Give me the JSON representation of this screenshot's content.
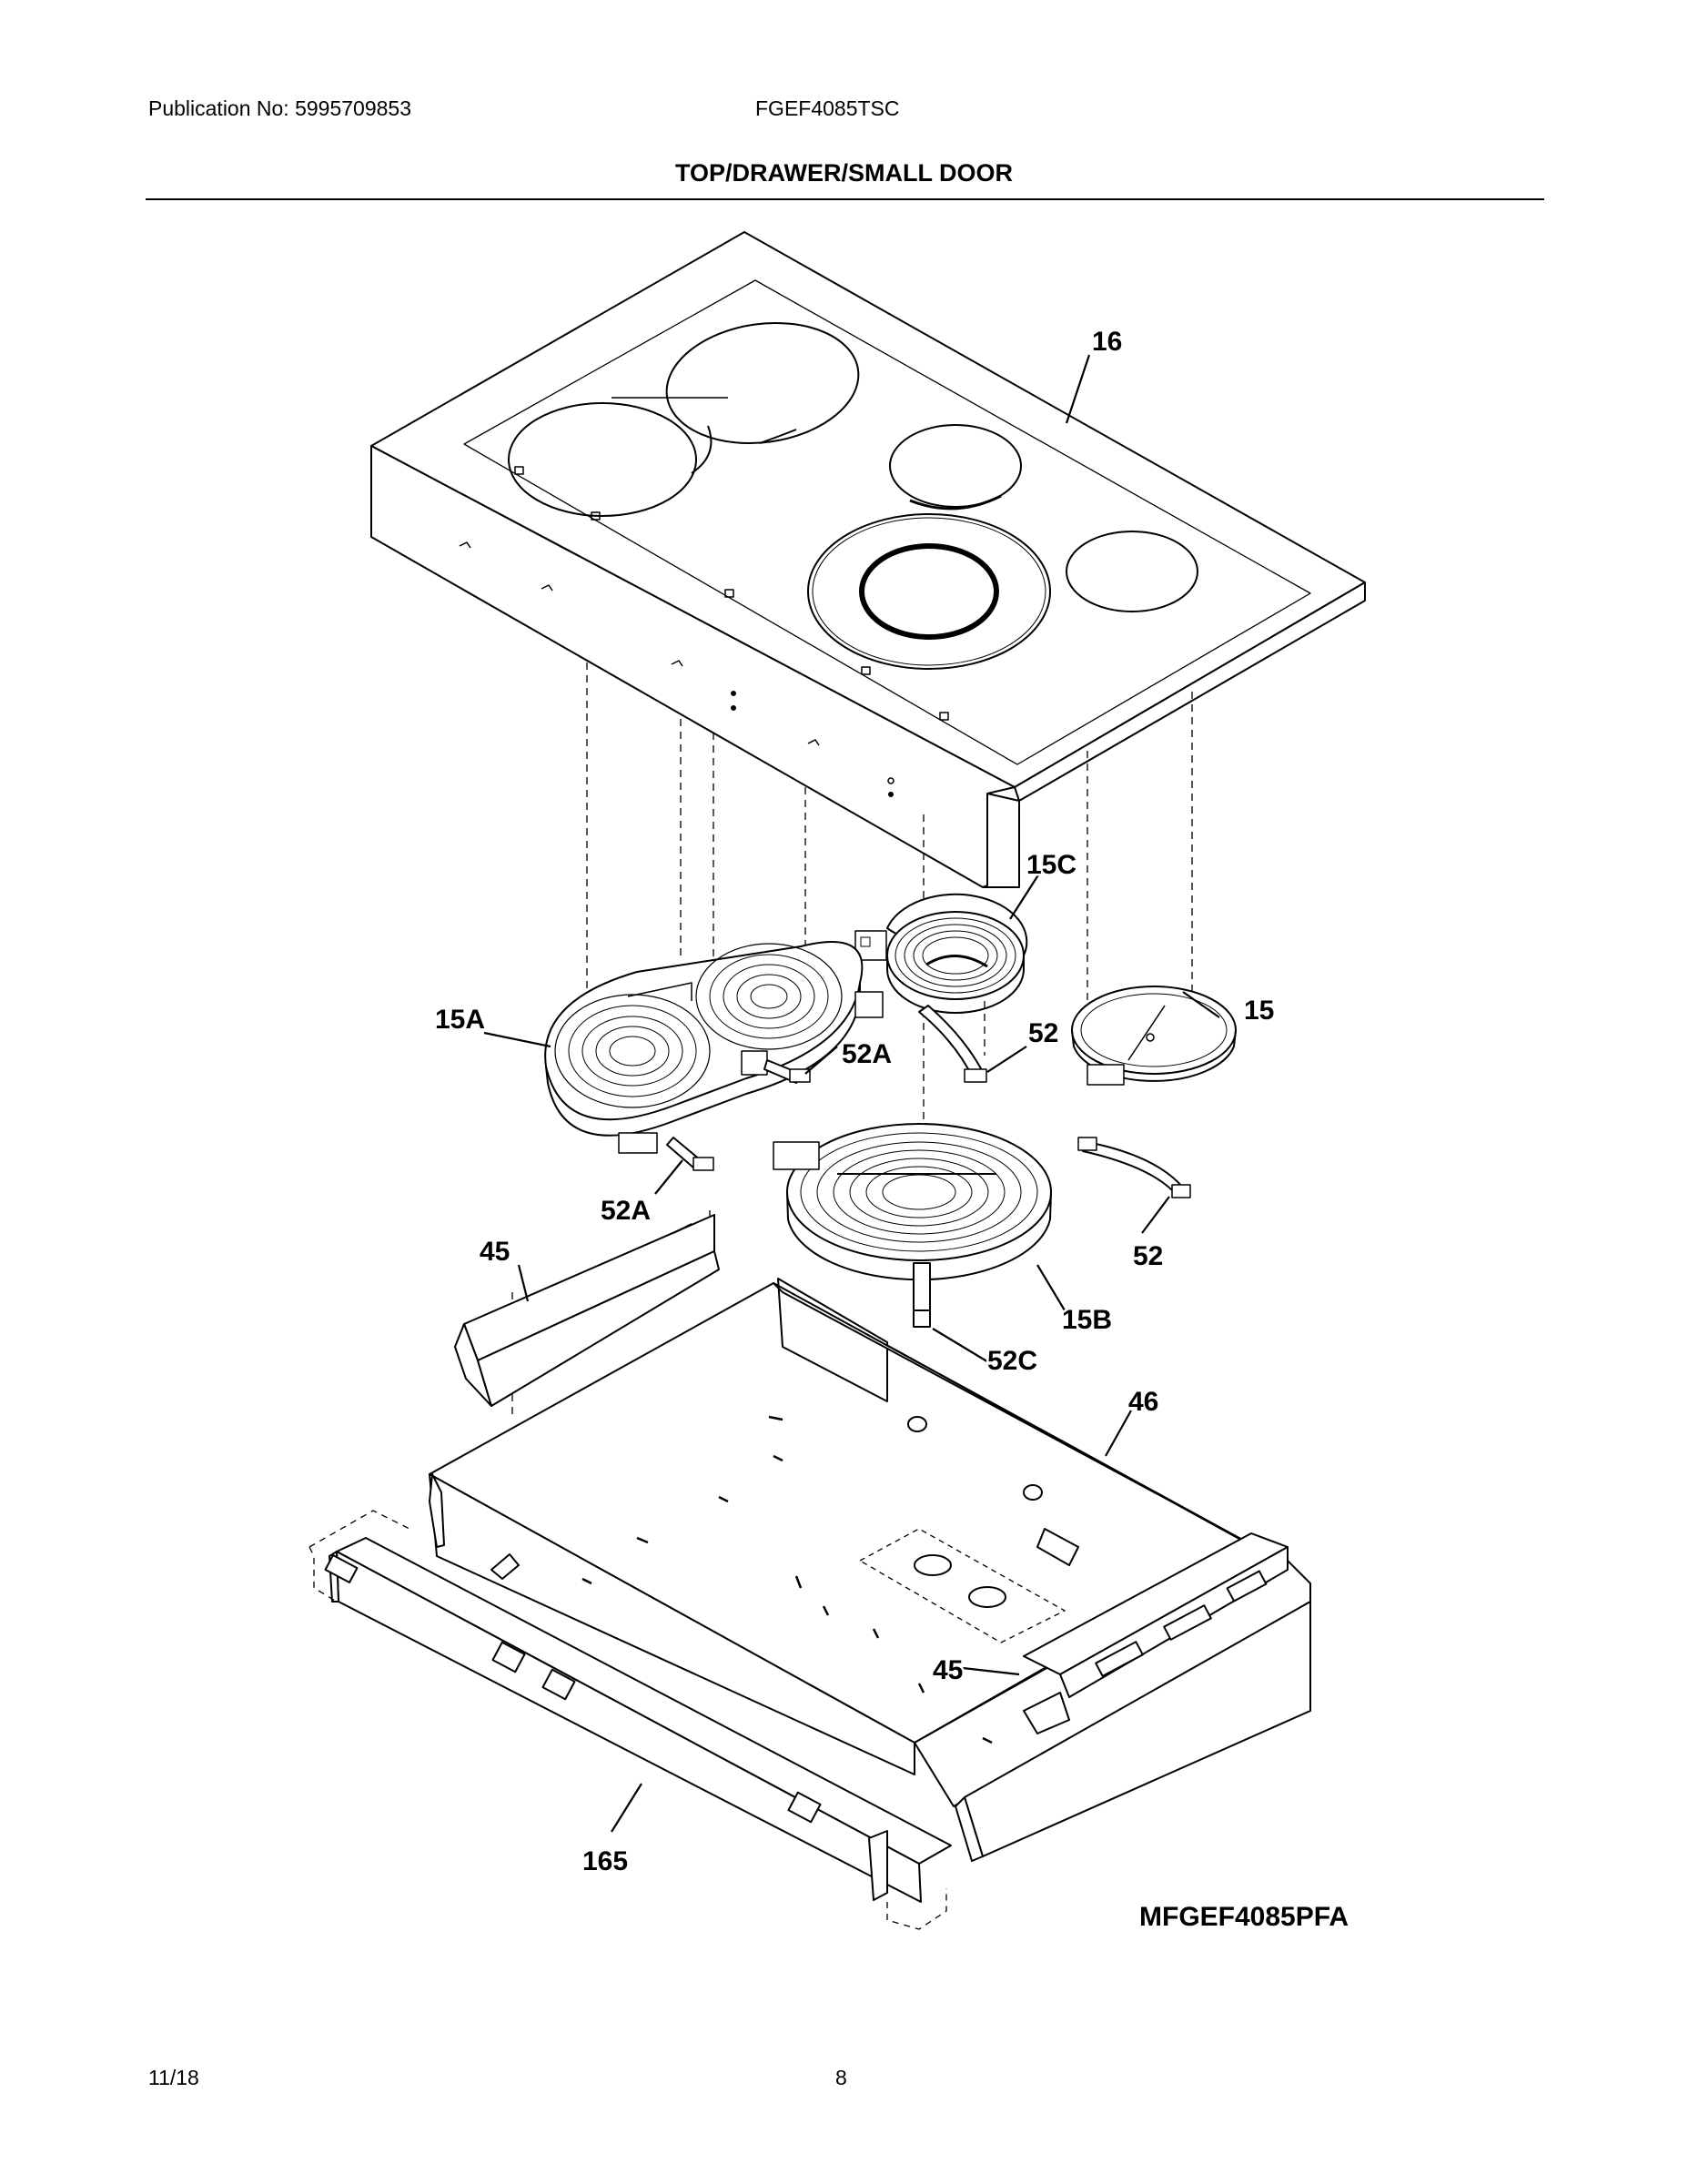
{
  "header": {
    "publication": "Publication No: 5995709853",
    "model": "FGEF4085TSC",
    "title": "TOP/DRAWER/SMALL DOOR"
  },
  "callouts": {
    "c16": "16",
    "c15C": "15C",
    "c15A": "15A",
    "c15": "15",
    "c52_upper": "52",
    "c52A_right": "52A",
    "c52A_left": "52A",
    "c52_lower": "52",
    "c45_left": "45",
    "c15B": "15B",
    "c52C": "52C",
    "c46": "46",
    "c45_right": "45",
    "c165": "165"
  },
  "drawing_id": "MFGEF4085PFA",
  "footer": {
    "date": "11/18",
    "page": "8"
  }
}
